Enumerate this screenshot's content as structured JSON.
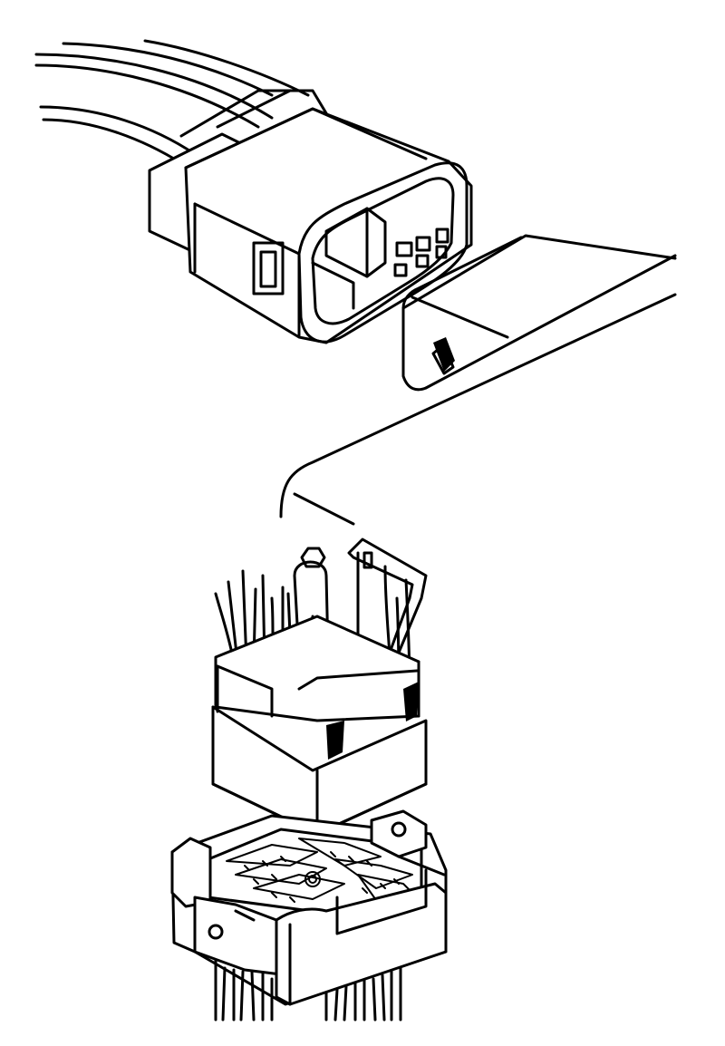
{
  "figure": {
    "type": "line-art-technical-illustration",
    "background_color": "#ffffff",
    "line_color": "#000000",
    "parts": [
      "wired-rectangular-connector",
      "control-unit-housing-corner",
      "multi-pin-connector-with-wires",
      "connector-receptacle-base"
    ]
  }
}
